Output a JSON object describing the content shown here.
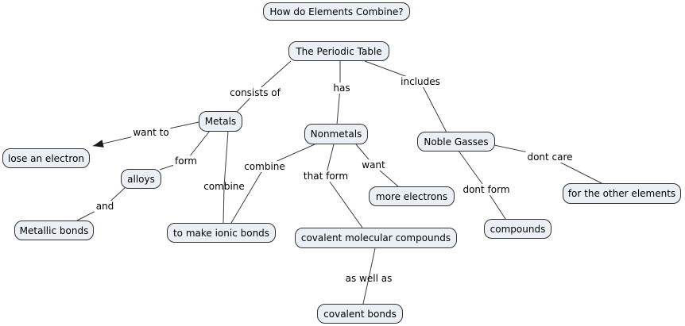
{
  "diagram": {
    "type": "concept-map",
    "colors": {
      "background": "#ffffff",
      "node_fill": "#eaf0f5",
      "node_border": "#333333",
      "line_color": "#3c3c3c",
      "text": "#000000"
    },
    "nodes": {
      "question": "How do Elements Combine?",
      "periodic_table": "The Periodic Table",
      "metals": "Metals",
      "nonmetals": "Nonmetals",
      "noble_gasses": "Noble Gasses",
      "lose_an_electron": "lose an electron",
      "alloys": "alloys",
      "more_electrons": "more electrons",
      "for_the_other_elements": "for the other elements",
      "metallic_bonds": "Metallic bonds",
      "to_make_ionic_bonds": "to make ionic bonds",
      "covalent_molecular_compounds": "covalent molecular compounds",
      "compounds": "compounds",
      "covalent_bonds": "covalent bonds"
    },
    "edge_labels": {
      "consists_of": "consists of",
      "has": "has",
      "includes": "includes",
      "want_to": "want to",
      "form": "form",
      "combine_metals": "combine",
      "combine_nonmetals": "combine",
      "that_form": "that form",
      "want": "want",
      "dont_form": "dont form",
      "dont_care": "dont care",
      "and": "and",
      "as_well_as": "as well as"
    },
    "edges": [
      {
        "from": "The Periodic Table",
        "label": "consists of",
        "to": "Metals",
        "arrow": false
      },
      {
        "from": "The Periodic Table",
        "label": "has",
        "to": "Nonmetals",
        "arrow": false
      },
      {
        "from": "The Periodic Table",
        "label": "includes",
        "to": "Noble Gasses",
        "arrow": false
      },
      {
        "from": "Metals",
        "label": "want to",
        "to": "lose an electron",
        "arrow": true
      },
      {
        "from": "Metals",
        "label": "form",
        "to": "alloys",
        "arrow": false
      },
      {
        "from": "Metals",
        "label": "combine",
        "to": "to make ionic bonds",
        "arrow": false
      },
      {
        "from": "Nonmetals",
        "label": "combine",
        "to": "to make ionic bonds",
        "arrow": false
      },
      {
        "from": "Nonmetals",
        "label": "that form",
        "to": "covalent molecular compounds",
        "arrow": false
      },
      {
        "from": "Nonmetals",
        "label": "want",
        "to": "more electrons",
        "arrow": false
      },
      {
        "from": "Noble Gasses",
        "label": "dont form",
        "to": "compounds",
        "arrow": false
      },
      {
        "from": "Noble Gasses",
        "label": "dont care",
        "to": "for the other elements",
        "arrow": false
      },
      {
        "from": "alloys",
        "label": "and",
        "to": "Metallic bonds",
        "arrow": false
      },
      {
        "from": "covalent molecular compounds",
        "label": "as well as",
        "to": "covalent bonds",
        "arrow": false
      }
    ]
  }
}
